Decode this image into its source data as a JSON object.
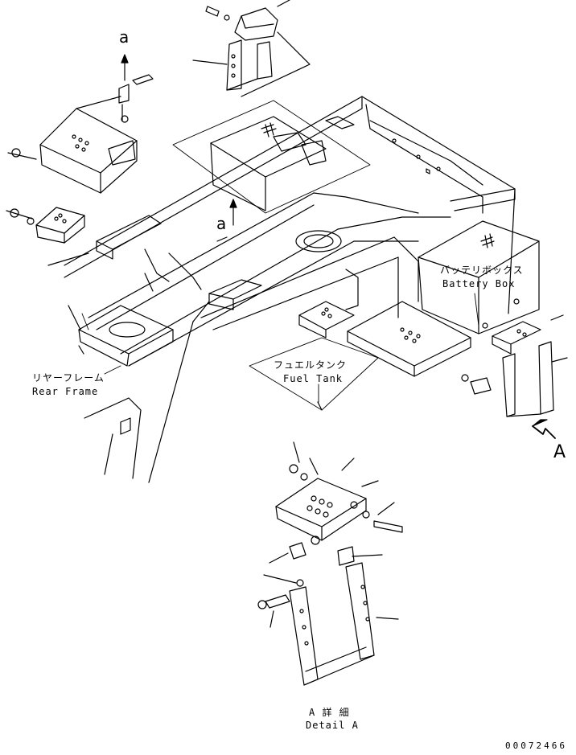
{
  "labels": {
    "battery_box_jp": "バッテリボックス",
    "battery_box_en": "Battery Box",
    "fuel_tank_jp": "フュエルタンク",
    "fuel_tank_en": "Fuel Tank",
    "rear_frame_jp": "リヤーフレーム",
    "rear_frame_en": "Rear Frame",
    "detail_a_jp": "A 詳 細",
    "detail_a_en": "Detail A",
    "view_a": "A",
    "arrow_a_upper": "a",
    "arrow_a_lower": "a",
    "drawing_number": "00072466"
  }
}
